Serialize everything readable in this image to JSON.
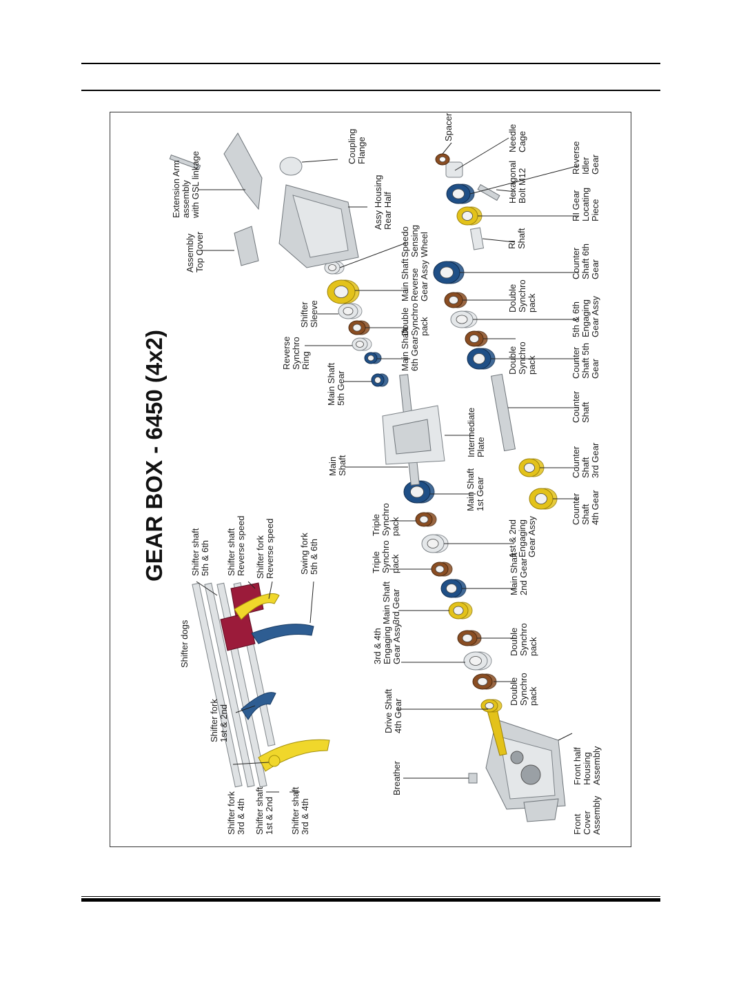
{
  "page": {
    "title": "GEAR BOX - 6450 (4x2)"
  },
  "labels": {
    "shifter_dogs": [
      "Shifter dogs"
    ],
    "shifter_shaft_5_6": [
      "Shifter shaft",
      "5th & 6th"
    ],
    "shifter_shaft_rev": [
      "Shifter shaft",
      "Reverse speed"
    ],
    "shifter_fork_rev": [
      "Shifter fork",
      "Reverse speed"
    ],
    "swing_fork": [
      "Swing fork",
      "5th & 6th"
    ],
    "shifter_fork_1_2": [
      "Shifter fork",
      "1st & 2nd"
    ],
    "shifter_fork_3_4": [
      "Shifter fork",
      "3rd & 4th"
    ],
    "shifter_shaft_1_2": [
      "Shifter shaft",
      "1st & 2nd"
    ],
    "shifter_shaft_3_4": [
      "Shifter shaft",
      "3rd & 4th"
    ],
    "breather": [
      "Breather"
    ],
    "front_cover": [
      "Front",
      "Cover",
      "Assembly"
    ],
    "front_half": [
      "Front half",
      "Housing",
      "Assembly"
    ],
    "drive_shaft_4th": [
      "Drive Shaft",
      "4th Gear"
    ],
    "double_synchro_a": [
      "Double",
      "Synchro",
      "pack"
    ],
    "engaging_3_4": [
      "3rd & 4th",
      "Engaging",
      "Gear Assy"
    ],
    "double_synchro_b": [
      "Double",
      "Synchro",
      "pack"
    ],
    "main_shaft_3rd": [
      "Main Shaft",
      "3rd Gear"
    ],
    "main_shaft_2nd": [
      "Main Shaft",
      "2nd Gear"
    ],
    "triple_synchro_a": [
      "Triple",
      "Synchro",
      "pack"
    ],
    "engaging_1_2": [
      "1st & 2nd",
      "Engaging",
      "Gear Assy"
    ],
    "triple_synchro_b": [
      "Triple",
      "Synchro",
      "pack"
    ],
    "main_shaft_1st": [
      "Main Shaft",
      "1st Gear"
    ],
    "main_shaft": [
      "Main",
      "Shaft"
    ],
    "intermediate_plate": [
      "Intermediate",
      "Plate"
    ],
    "counter_shaft_4th": [
      "Counter",
      "Shaft",
      "4th Gear"
    ],
    "counter_shaft_3rd": [
      "Counter",
      "Shaft",
      "3rd Gear"
    ],
    "counter_shaft": [
      "Counter",
      "Shaft"
    ],
    "counter_shaft_5th": [
      "Counter",
      "Shaft 5th",
      "Gear"
    ],
    "main_shaft_5th": [
      "Main Shaft",
      "5th Gear"
    ],
    "reverse_synchro_ring": [
      "Reverse",
      "Synchro",
      "Ring"
    ],
    "main_shaft_6th": [
      "Main Shaft",
      "6th Gear"
    ],
    "double_synchro_c": [
      "Double",
      "Synchro",
      "pack"
    ],
    "shifter_sleeve": [
      "Shifter",
      "Sleeve"
    ],
    "double_synchro_d": [
      "Double",
      "Synchro",
      "pack"
    ],
    "double_synchro_e": [
      "Double",
      "Synchro",
      "pack"
    ],
    "engaging_5_6": [
      "5th & 6th",
      "Engaging",
      "Gear Assy"
    ],
    "main_shaft_rev": [
      "Main Shaft",
      "Reverse",
      "Gear Assy"
    ],
    "speedo_wheel": [
      "Speedo",
      "Sensing",
      "Wheel"
    ],
    "counter_shaft_6th": [
      "Counter",
      "Shaft 6th",
      "Gear"
    ],
    "ri_shaft": [
      "RI",
      "Shaft"
    ],
    "ri_gear_locating": [
      "RI Gear",
      "Locating",
      "Piece"
    ],
    "hex_bolt": [
      "Hexagonal",
      "Bolt M12"
    ],
    "reverse_idler": [
      "Reverse",
      "Idler",
      "Gear"
    ],
    "needle_cage": [
      "Needle",
      "Cage"
    ],
    "spacer": [
      "Spacer"
    ],
    "top_cover": [
      "Assembly",
      "Top Cover"
    ],
    "extension_arm": [
      "Extension Arm",
      "assembly",
      "with GSL linkage"
    ],
    "rear_housing": [
      "Assy Housing",
      "Rear Half"
    ],
    "coupling_flange": [
      "Coupling",
      "Flange"
    ]
  },
  "colors": {
    "blue_gear": "#1f4f86",
    "gold_gear": "#e3c21a",
    "bronze_synchro": "#8a4d22",
    "silver_part": "#cfd3d6",
    "red_dogs": "#9b1b3a"
  }
}
